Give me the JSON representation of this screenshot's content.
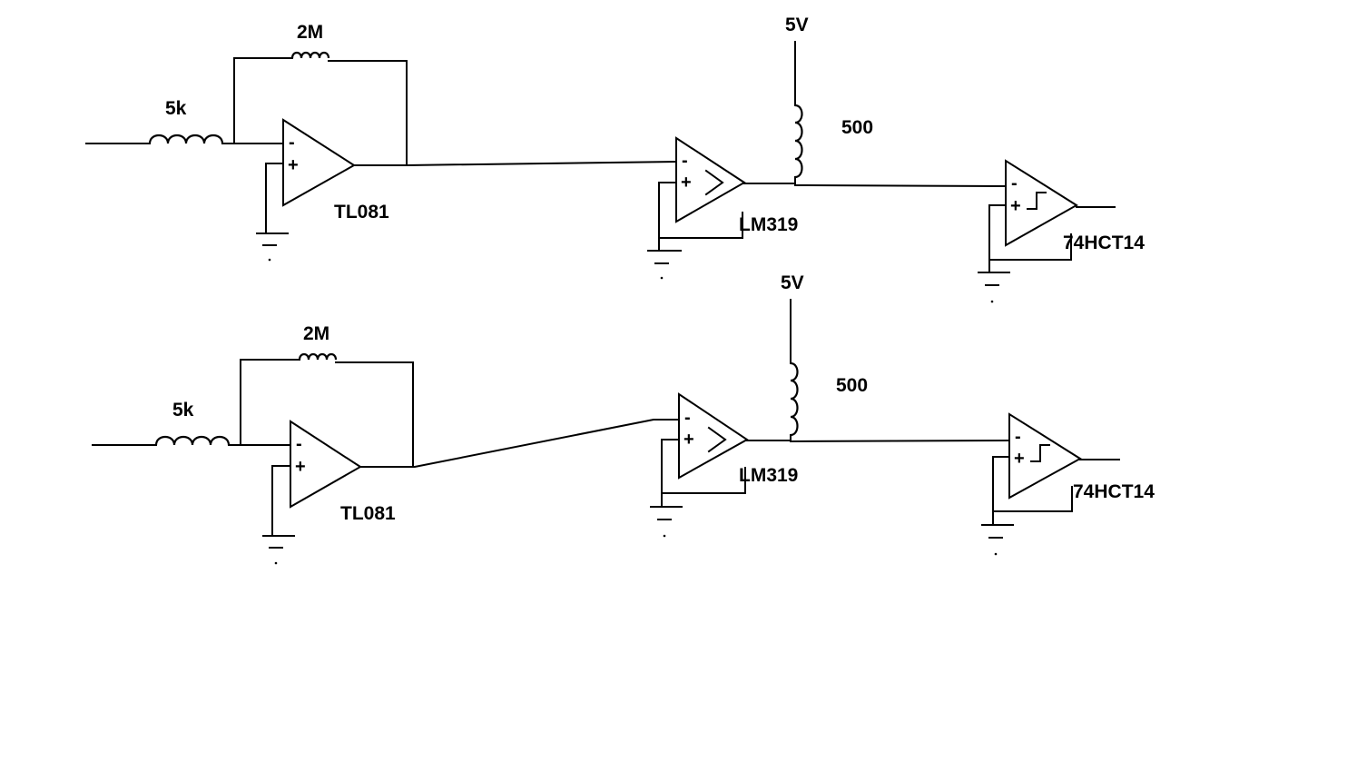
{
  "circuits": [
    {
      "input_resistor": "5k",
      "feedback_resistor": "2M",
      "stage1_opamp": "TL081",
      "comparator": "LM319",
      "supply": "5V",
      "pullup": "500",
      "schmitt": "74HCT14"
    },
    {
      "input_resistor": "5k",
      "feedback_resistor": "2M",
      "stage1_opamp": "TL081",
      "comparator": "LM319",
      "supply": "5V",
      "pullup": "500",
      "schmitt": "74HCT14"
    }
  ],
  "pin_signs": {
    "minus": "-",
    "plus": "+"
  },
  "colors": {
    "wire": "#000000",
    "background": "#ffffff"
  }
}
